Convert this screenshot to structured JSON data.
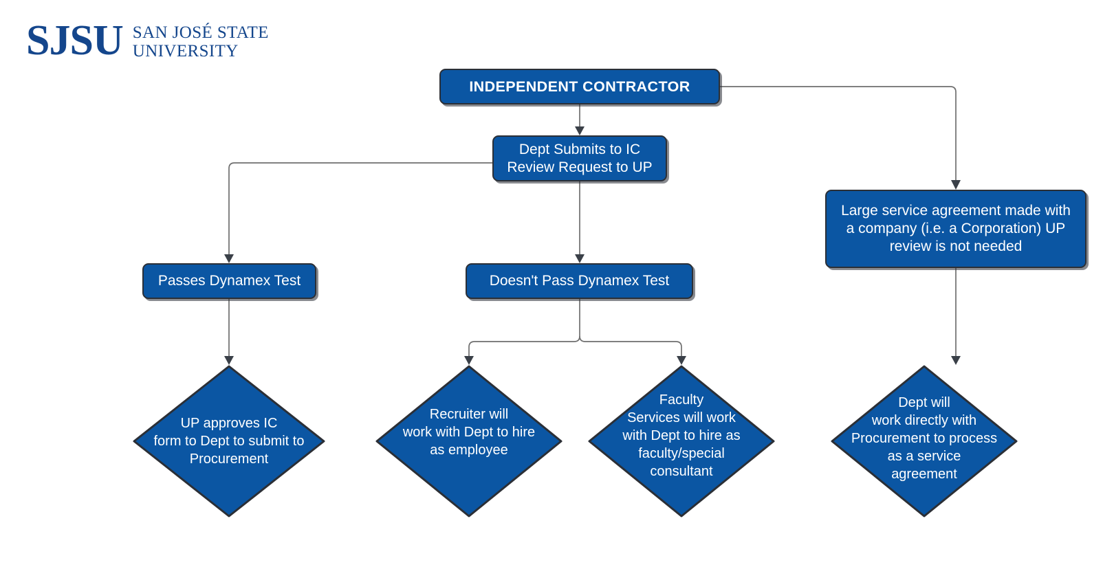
{
  "logo": {
    "mark": "SJSU",
    "line1": "SAN JOSÉ STATE",
    "line2": "UNIVERSITY",
    "color": "#14468c"
  },
  "theme": {
    "node_fill": "#0b56a3",
    "node_border": "#2b2f36",
    "node_text": "#ffffff",
    "connector": "#6f6f6f",
    "arrowhead": "#3a4048",
    "background": "#ffffff"
  },
  "diagram": {
    "title": "INDEPENDENT CONTRACTOR",
    "nodes": [
      {
        "id": "independent-contractor",
        "label": "INDEPENDENT CONTRACTOR",
        "shape": "rounded-rect"
      },
      {
        "id": "dept-submits",
        "lines": [
          "Dept Submits to IC",
          "Review Request to UP"
        ],
        "shape": "rounded-rect"
      },
      {
        "id": "large-service-agreement",
        "lines": [
          "Large service agreement made with",
          "a company (i.e. a Corporation) UP",
          "review is not needed"
        ],
        "shape": "rounded-rect"
      },
      {
        "id": "passes-dynamex",
        "label": "Passes Dynamex Test",
        "shape": "rounded-rect"
      },
      {
        "id": "doesnt-pass-dynamex",
        "label": "Doesn't Pass Dynamex Test",
        "shape": "rounded-rect"
      },
      {
        "id": "up-approves",
        "lines": [
          "UP approves IC",
          "form to Dept to submit to",
          "Procurement"
        ],
        "shape": "diamond"
      },
      {
        "id": "recruiter-hire",
        "lines": [
          "Recruiter will",
          "work with Dept to hire",
          "as employee"
        ],
        "shape": "diamond"
      },
      {
        "id": "faculty-services",
        "lines": [
          "Faculty",
          "Services will work",
          "with Dept to hire as",
          "faculty/special",
          "consultant"
        ],
        "shape": "diamond"
      },
      {
        "id": "dept-procurement",
        "lines": [
          "Dept will",
          "work directly with",
          "Procurement to process",
          "as a service",
          "agreement"
        ],
        "shape": "diamond"
      }
    ],
    "edges": [
      {
        "from": "independent-contractor",
        "to": "dept-submits"
      },
      {
        "from": "independent-contractor",
        "to": "large-service-agreement"
      },
      {
        "from": "dept-submits",
        "to": "passes-dynamex"
      },
      {
        "from": "dept-submits",
        "to": "doesnt-pass-dynamex"
      },
      {
        "from": "passes-dynamex",
        "to": "up-approves"
      },
      {
        "from": "doesnt-pass-dynamex",
        "to": "recruiter-hire"
      },
      {
        "from": "doesnt-pass-dynamex",
        "to": "faculty-services"
      },
      {
        "from": "large-service-agreement",
        "to": "dept-procurement"
      }
    ]
  }
}
